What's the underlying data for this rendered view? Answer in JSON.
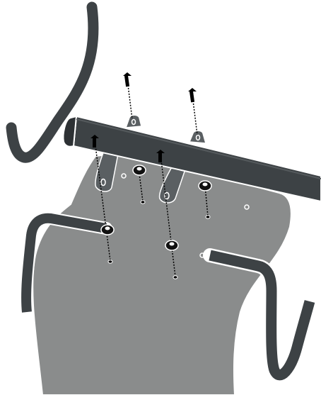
{
  "diagram": {
    "subject": "assembly-step-illustration",
    "colors": {
      "background": "#ffffff",
      "seat_plate": "#8a8c8c",
      "frame_bar": "#3d4245",
      "handle_tube": "#3d4245",
      "bracket": "#5a5f62",
      "outline": "#ffffff",
      "screw": "#000000",
      "hole": "#ffffff"
    },
    "parts": {
      "screws": 4,
      "nuts": 4,
      "brackets": 4,
      "handles": 3
    }
  }
}
